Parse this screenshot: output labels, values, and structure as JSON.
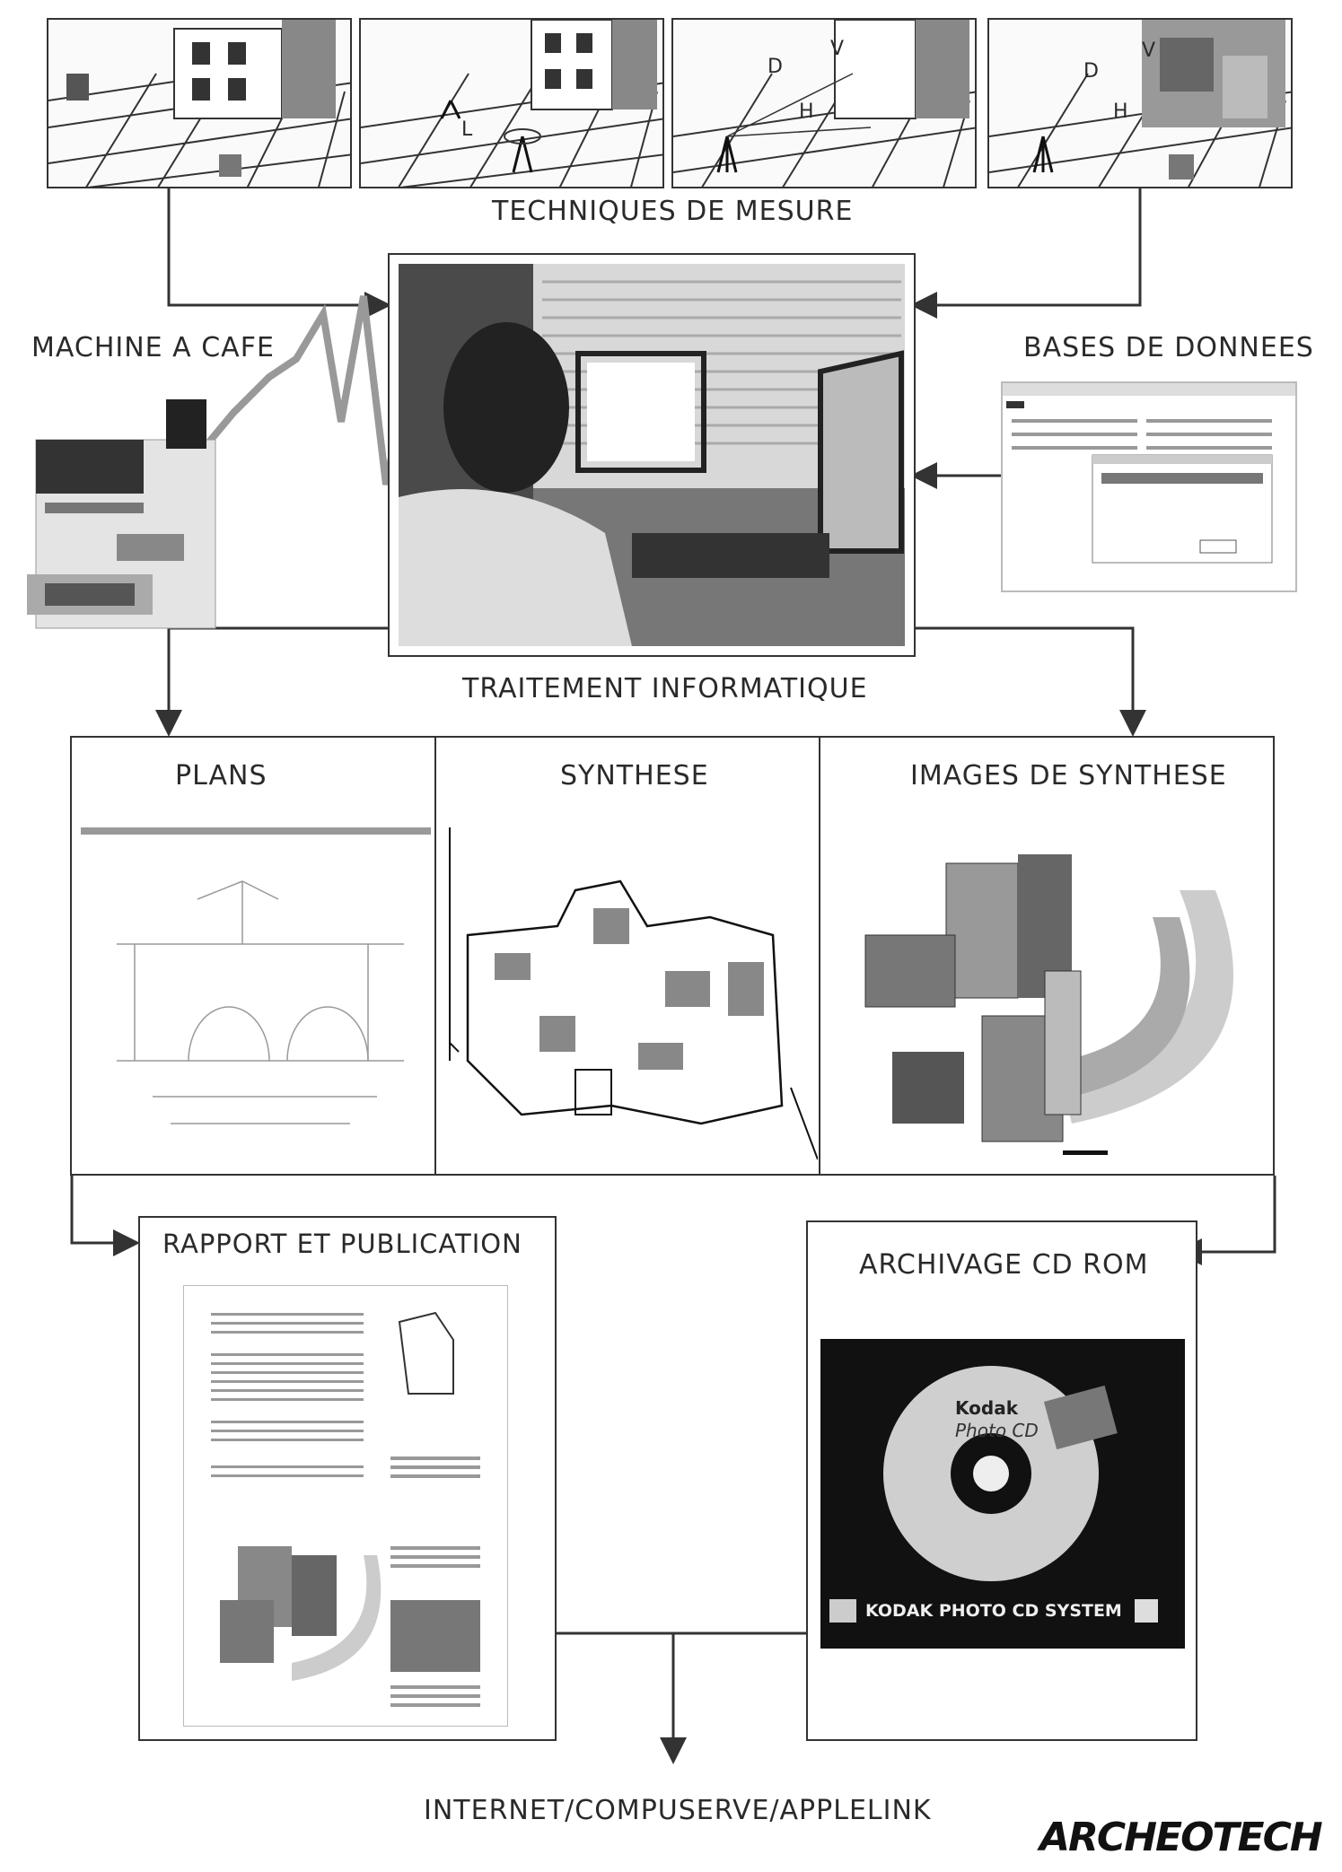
{
  "labels": {
    "techniques": "TECHNIQUES DE MESURE",
    "machine": "MACHINE A CAFE",
    "bases": "BASES DE DONNEES",
    "traitement": "TRAITEMENT INFORMATIQUE",
    "plans": "PLANS",
    "synthese": "SYNTHESE",
    "images": "IMAGES DE SYNTHESE",
    "rapport": "RAPPORT ET PUBLICATION",
    "archivage": "ARCHIVAGE CD ROM",
    "internet": "INTERNET/COMPUSERVE/APPLELINK"
  },
  "thumbs": {
    "t2_letter": "L",
    "t3_letters": [
      "D",
      "V",
      "H"
    ],
    "t4_letters": [
      "D",
      "V",
      "H"
    ]
  },
  "cd": {
    "brand": "Kodak",
    "product": "Photo CD",
    "banner": "KODAK PHOTO CD SYSTEM"
  },
  "logo": "ARCHEOTECH"
}
